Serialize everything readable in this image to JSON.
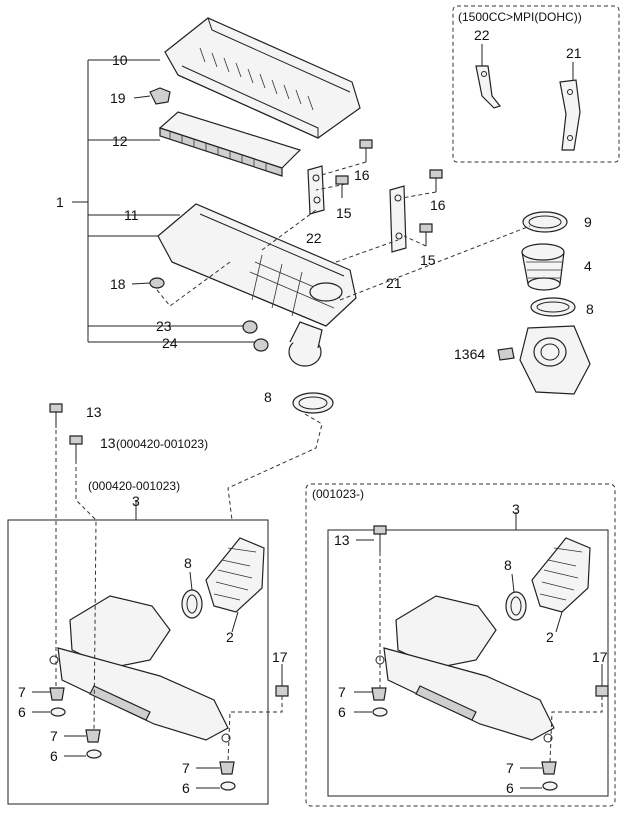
{
  "diagram": {
    "labels": {
      "l10": "10",
      "l19": "19",
      "l12": "12",
      "l1": "1",
      "l11": "11",
      "l18": "18",
      "l23": "23",
      "l24": "24",
      "l22": "22",
      "l16a": "16",
      "l15a": "15",
      "l21": "21",
      "l16b": "16",
      "l15b": "15",
      "l9": "9",
      "l4": "4",
      "l8a": "8",
      "l1364": "1364",
      "l8b": "8",
      "l13a": "13",
      "l13b": "13",
      "l13b_note": "(000420-001023)",
      "box_left_title": "(000420-001023)",
      "l3a": "3",
      "l8c": "8",
      "l2a": "2",
      "l17a": "17",
      "l7a": "7",
      "l6a": "6",
      "l7b": "7",
      "l6b": "6",
      "l7c": "7",
      "l6c": "6",
      "inset_title": "(1500CC>MPI(DOHC))",
      "inset_22": "22",
      "inset_21": "21",
      "box_right_title": "(001023-)",
      "l3b": "3",
      "l13c": "13",
      "l8d": "8",
      "l2b": "2",
      "l17b": "17",
      "l7d": "7",
      "l6d": "6",
      "l7e": "7",
      "l6e": "6"
    }
  }
}
